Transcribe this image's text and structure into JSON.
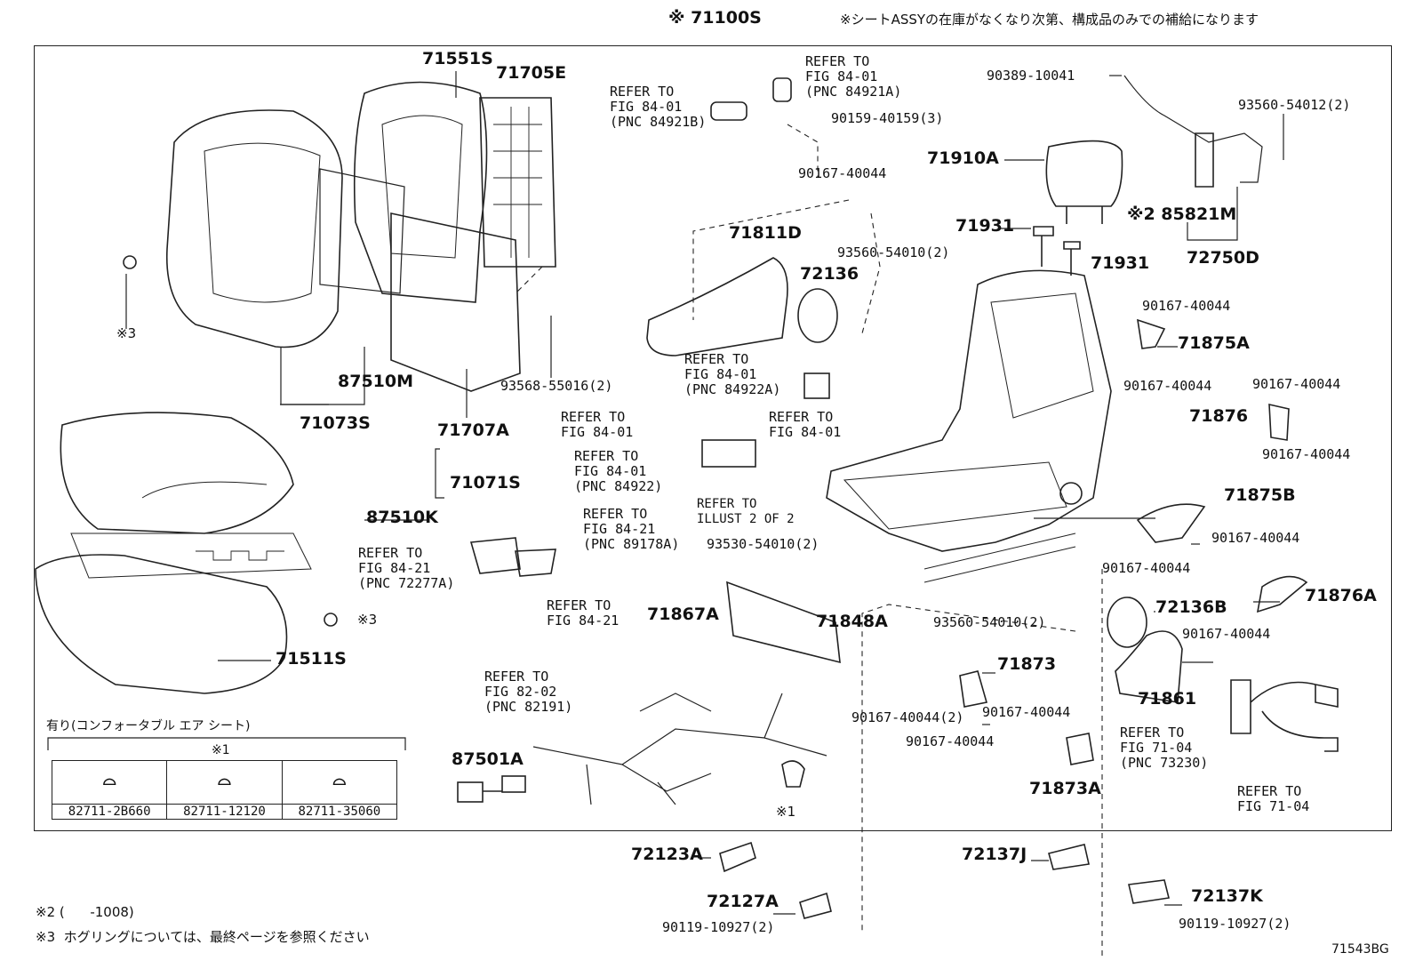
{
  "header": {
    "assembly_code": "※ 71100S",
    "notice": "※シートASSYの在庫がなくなり次第、構成品のみでの補給になります"
  },
  "parts": {
    "p71551S": "71551S",
    "p71705E": "71705E",
    "p87510M": "87510M",
    "p71073S": "71073S",
    "p71707A": "71707A",
    "p71071S": "71071S",
    "p87510K": "87510K",
    "p71511S": "71511S",
    "p93568": "93568-55016(2)",
    "p90159": "90159-40159(3)",
    "p90167a": "90167-40044",
    "p71811D": "71811D",
    "p93560a": "93560-54010(2)",
    "p72136": "72136",
    "p71910A": "71910A",
    "p71931a": "71931",
    "p71931b": "71931",
    "p90389": "90389-10041",
    "p93560b": "93560-54012(2)",
    "p85821M": "※2 85821M",
    "p72750D": "72750D",
    "p90167b": "90167-40044",
    "p71875A": "71875A",
    "p90167c": "90167-40044",
    "p90167d": "90167-40044",
    "p71876": "71876",
    "p90167e": "90167-40044",
    "p71875B": "71875B",
    "p90167f": "90167-40044",
    "p90167g": "90167-40044",
    "p71876A": "71876A",
    "p93530": "93530-54010(2)",
    "p71867A": "71867A",
    "p71848A": "71848A",
    "p93560c": "93560-54010(2)",
    "p72136B": "72136B",
    "p90167h": "90167-40044",
    "p71861": "71861",
    "p71873": "71873",
    "p90167i": "90167-40044(2)",
    "p90167j": "90167-40044",
    "p90167k": "90167-40044",
    "p71873A": "71873A",
    "p87501A": "87501A",
    "p72123A": "72123A",
    "p72127A": "72127A",
    "p90119a": "90119-10927(2)",
    "p72137J": "72137J",
    "p72137K": "72137K",
    "p90119b": "90119-10927(2)",
    "mark3a": "※3",
    "mark3b": "※3",
    "mark1": "※1"
  },
  "refs": {
    "r1": "REFER TO\nFIG 84-01\n(PNC 84921B)",
    "r2": "REFER TO\nFIG 84-01\n(PNC 84921A)",
    "r3": "REFER TO\nFIG 84-01\n(PNC 84922A)",
    "r4": "REFER TO\nFIG 84-01",
    "r5": "REFER TO\nFIG 84-01",
    "r6": "REFER TO\nFIG 84-01\n(PNC 84922)",
    "r7": "REFER TO\nILLUST 2 OF 2",
    "r8": "REFER TO\nFIG 84-21\n(PNC 89178A)",
    "r9": "REFER TO\nFIG 84-21\n(PNC 72277A)",
    "r10": "REFER TO\nFIG 84-21",
    "r11": "REFER TO\nFIG 82-02\n(PNC 82191)",
    "r12": "REFER TO\nFIG 71-04\n(PNC 73230)",
    "r13": "REFER TO\nFIG 71-04"
  },
  "option_table": {
    "title": "有り(コンフォータブル エア シート)",
    "group_mark": "※1",
    "part_numbers": [
      "82711-2B660",
      "82711-12120",
      "82711-35060"
    ]
  },
  "footnotes": {
    "note2": "※2 (      -1008)",
    "note3": "※3  ホグリングについては、最終ページを参照ください"
  },
  "figure_code": "71543BG"
}
